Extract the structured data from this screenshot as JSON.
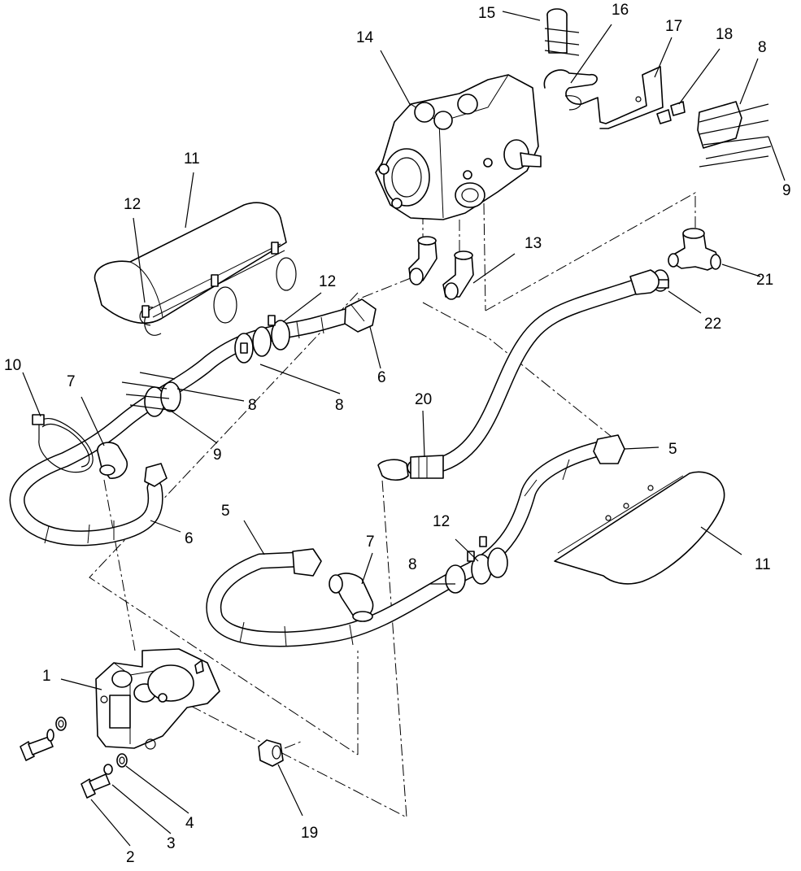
{
  "diagram": {
    "callouts": [
      {
        "id": "c1",
        "text": "1"
      },
      {
        "id": "c2",
        "text": "2"
      },
      {
        "id": "c3",
        "text": "3"
      },
      {
        "id": "c4",
        "text": "4"
      },
      {
        "id": "c5a",
        "text": "5"
      },
      {
        "id": "c5b",
        "text": "5"
      },
      {
        "id": "c6a",
        "text": "6"
      },
      {
        "id": "c6b",
        "text": "6"
      },
      {
        "id": "c7a",
        "text": "7"
      },
      {
        "id": "c7b",
        "text": "7"
      },
      {
        "id": "c8a",
        "text": "8"
      },
      {
        "id": "c8b",
        "text": "8"
      },
      {
        "id": "c8c",
        "text": "8"
      },
      {
        "id": "c8d",
        "text": "8"
      },
      {
        "id": "c9a",
        "text": "9"
      },
      {
        "id": "c9b",
        "text": "9"
      },
      {
        "id": "c10",
        "text": "10"
      },
      {
        "id": "c11a",
        "text": "11"
      },
      {
        "id": "c11b",
        "text": "11"
      },
      {
        "id": "c12a",
        "text": "12"
      },
      {
        "id": "c12b",
        "text": "12"
      },
      {
        "id": "c12c",
        "text": "12"
      },
      {
        "id": "c13",
        "text": "13"
      },
      {
        "id": "c14",
        "text": "14"
      },
      {
        "id": "c15",
        "text": "15"
      },
      {
        "id": "c16",
        "text": "16"
      },
      {
        "id": "c17",
        "text": "17"
      },
      {
        "id": "c18",
        "text": "18"
      },
      {
        "id": "c19",
        "text": "19"
      },
      {
        "id": "c20",
        "text": "20"
      },
      {
        "id": "c21",
        "text": "21"
      },
      {
        "id": "c22",
        "text": "22"
      }
    ]
  }
}
